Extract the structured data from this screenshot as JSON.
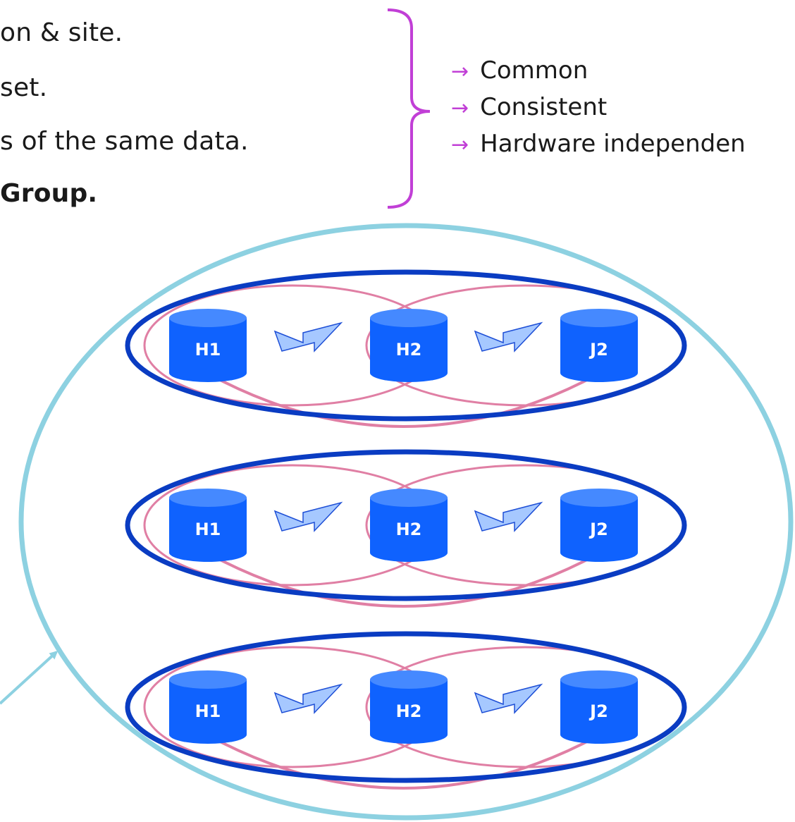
{
  "left_text": {
    "line1": "on & site.",
    "line2": "set.",
    "line3": "s of the same data.",
    "line4": "Group."
  },
  "bullets": [
    "Common",
    "Consistent",
    "Hardware independen"
  ],
  "groups": [
    {
      "disks": [
        "H1",
        "H2",
        "J2"
      ]
    },
    {
      "disks": [
        "H1",
        "H2",
        "J2"
      ]
    },
    {
      "disks": [
        "H1",
        "H2",
        "J2"
      ]
    }
  ],
  "colors": {
    "brace": "#c13fd6",
    "outer_ellipse": "#8dd1e1",
    "group_ellipse": "#0a3cc2",
    "pair_ellipse": "#e07fa4",
    "disk": "#0f62fe",
    "disk_top": "#4589ff",
    "link": "#a6c8ff"
  },
  "icons": {
    "bullet": "right-arrow-icon",
    "link": "lightning-link-icon",
    "disk": "disk-cylinder-icon"
  }
}
